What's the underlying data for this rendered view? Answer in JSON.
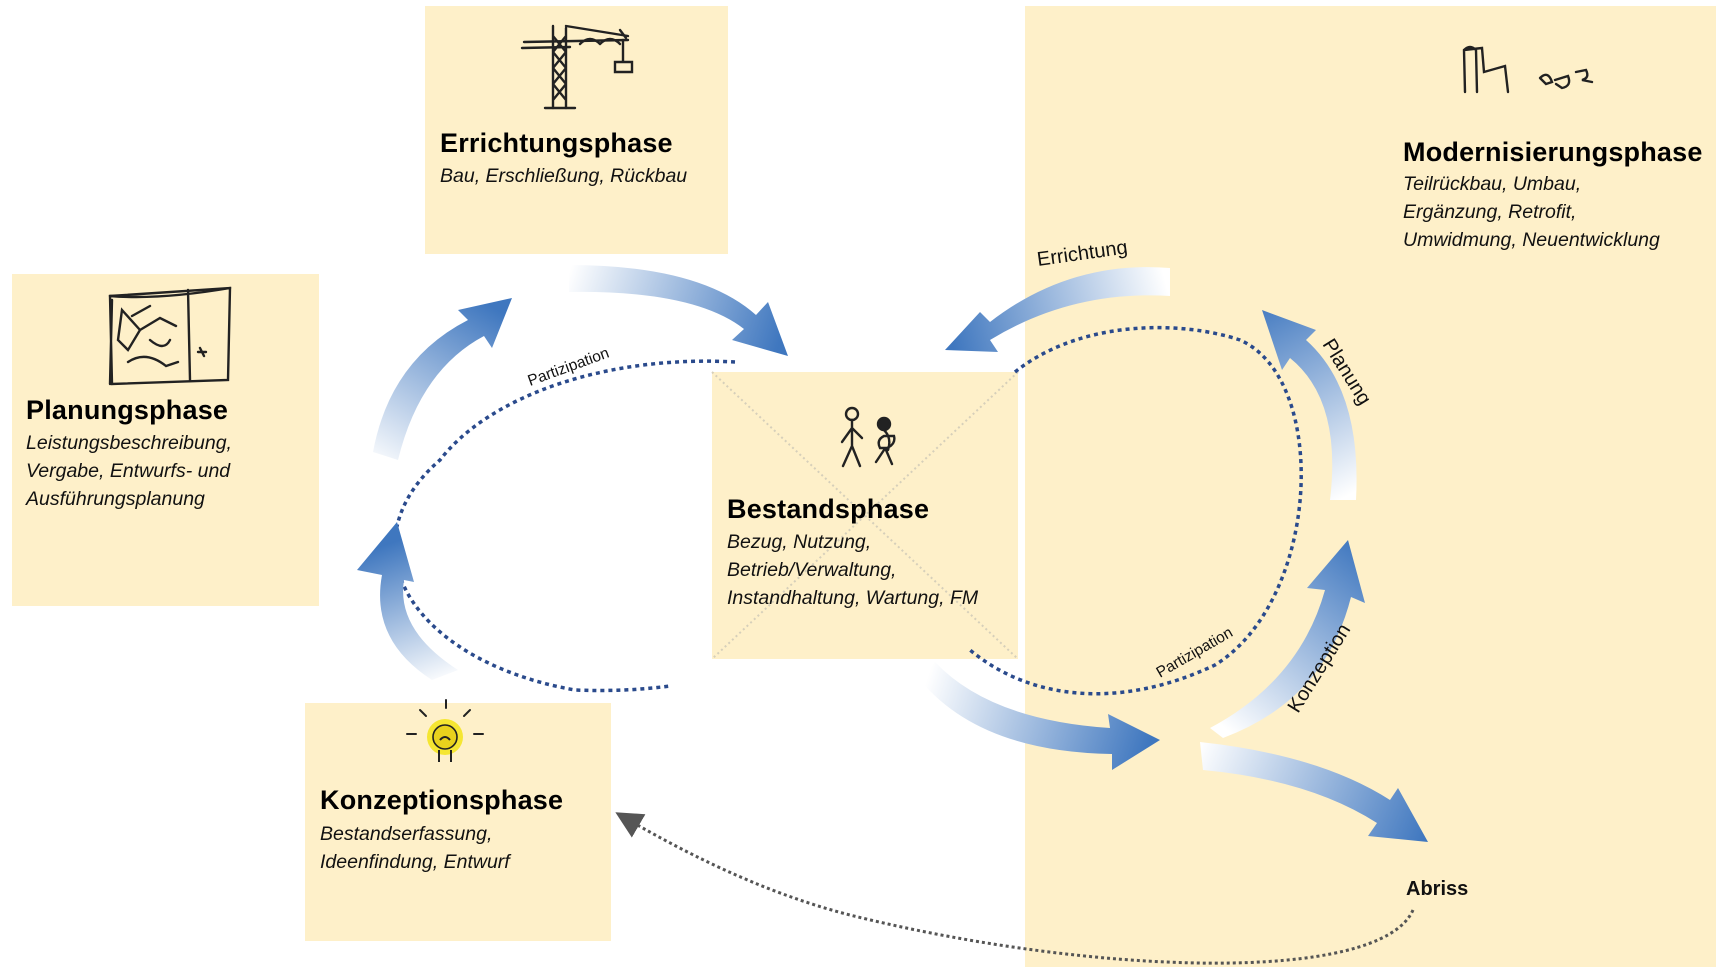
{
  "phases": {
    "errichtung": {
      "title": "Errichtungsphase",
      "lines": [
        "Bau, Erschließung, Rückbau"
      ],
      "icon": "crane-sketch-icon"
    },
    "modernisierung": {
      "title": "Modernisierungsphase",
      "lines": [
        "Teilrückbau, Umbau,",
        "Ergänzung, Retrofit,",
        "Umwidmung, Neuentwicklung"
      ],
      "icon": "partial-building-sketch-icon"
    },
    "planung": {
      "title": "Planungsphase",
      "lines": [
        "Leistungsbeschreibung,",
        "Vergabe, Entwurfs- und",
        "Ausführungsplanung"
      ],
      "icon": "drawing-sketch-icon"
    },
    "bestand": {
      "title": "Bestandsphase",
      "lines": [
        "Bezug, Nutzung,",
        "Betrieb/Verwaltung,",
        "Instandhaltung, Wartung, FM"
      ],
      "icon": "people-sketch-icon"
    },
    "konzeption": {
      "title": "Konzeptionsphase",
      "lines": [
        "Bestandserfassung,",
        "Ideenfindung, Entwurf"
      ],
      "icon": "lightbulb-sketch-icon"
    }
  },
  "flow_labels": {
    "partizipation_left": "Partizipation",
    "partizipation_right": "Partizipation",
    "errichtung": "Errichtung",
    "planung": "Planung",
    "konzeption": "Konzeption",
    "abriss": "Abriss"
  },
  "colors": {
    "phase_box": "#fef0c9",
    "arrow_dark": "#3f77bf",
    "arrow_light": "#ffffff",
    "dotted_loop": "#2a4a8c",
    "dotted_return": "#555555"
  }
}
